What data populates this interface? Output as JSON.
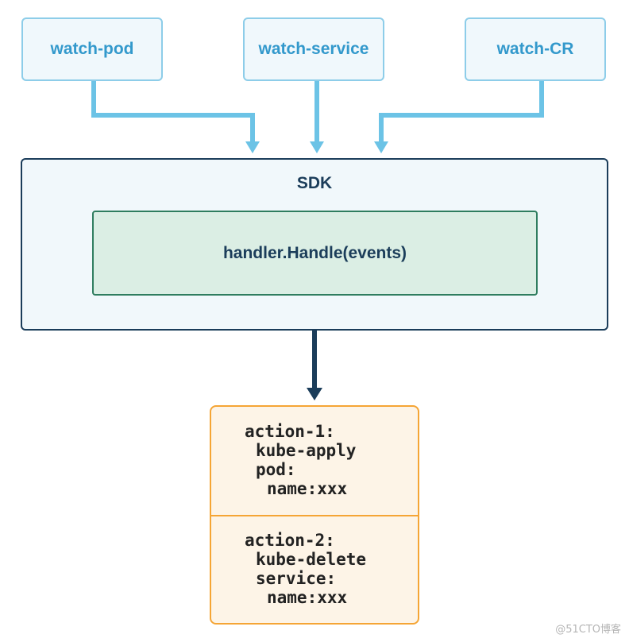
{
  "watchers": [
    {
      "label": "watch-pod"
    },
    {
      "label": "watch-service"
    },
    {
      "label": "watch-CR"
    }
  ],
  "sdk": {
    "title": "SDK",
    "handler": "handler.Handle(events)"
  },
  "actions": [
    {
      "lines": [
        "action-1:",
        "kube-apply",
        "pod:",
        "name:xxx"
      ]
    },
    {
      "lines": [
        "action-2:",
        "kube-delete",
        "service:",
        "name:xxx"
      ]
    }
  ],
  "watermark": "@51CTO博客",
  "colors": {
    "watch_text": "#3399cc",
    "watch_border": "#8dcde9",
    "watch_arrow": "#6cc3e6",
    "sdk_border": "#1b3d5a",
    "handler_fill": "#dbeee4",
    "handler_border": "#2f7d5f",
    "action_border": "#f5a535",
    "action_fill": "#fdf4e7"
  }
}
